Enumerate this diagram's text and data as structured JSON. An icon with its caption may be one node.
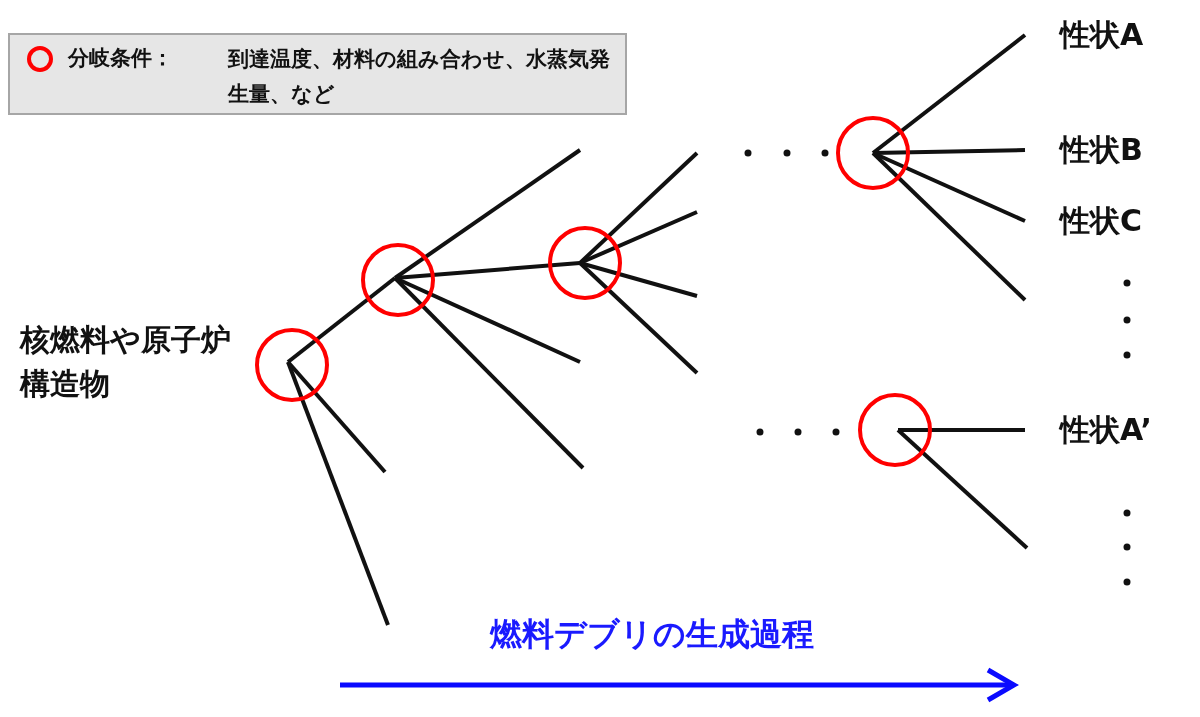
{
  "diagram": {
    "nodes": [
      {
        "text": [],
        "shape": "circle"
      },
      {
        "text": [],
        "shape": "circle"
      },
      {
        "text": [],
        "shape": "circle"
      },
      {
        "text": [],
        "shape": "circle"
      },
      {
        "text": [],
        "shape": "circle"
      },
      {
        "text": [
          "性状A"
        ]
      },
      {
        "text": [
          "性状B"
        ]
      },
      {
        "text": [
          "性状C"
        ]
      },
      {
        "text": [
          "性状A’"
        ]
      }
    ],
    "edges": [
      {
        "from": 0,
        "to": 1,
        "arrow": "none"
      },
      {
        "from": 0,
        "to": null,
        "arrow": "none"
      },
      {
        "from": 0,
        "to": null,
        "arrow": "none"
      },
      {
        "from": 1,
        "to": null,
        "arrow": "none"
      },
      {
        "from": 1,
        "to": 2,
        "arrow": "none"
      },
      {
        "from": 1,
        "to": null,
        "arrow": "none"
      },
      {
        "from": 1,
        "to": null,
        "arrow": "none"
      },
      {
        "from": 2,
        "to": null,
        "arrow": "none"
      },
      {
        "from": 2,
        "to": null,
        "arrow": "none"
      },
      {
        "from": 2,
        "to": null,
        "arrow": "none"
      },
      {
        "from": 2,
        "to": null,
        "arrow": "none"
      },
      {
        "from": 3,
        "to": 5,
        "arrow": "none"
      },
      {
        "from": 3,
        "to": 6,
        "arrow": "none"
      },
      {
        "from": 3,
        "to": 7,
        "arrow": "none"
      },
      {
        "from": 3,
        "to": null,
        "arrow": "none"
      },
      {
        "from": 4,
        "to": 8,
        "arrow": "none"
      },
      {
        "from": 4,
        "to": null,
        "arrow": "none"
      }
    ],
    "labels": [
      "到達温度、材料の組み合わせ、水蒸気発生量、など",
      "核燃料や原子炉構造物",
      "燃料デブリの生成過程"
    ],
    "legend": [
      {
        "text": "分岐条件："
      }
    ]
  }
}
